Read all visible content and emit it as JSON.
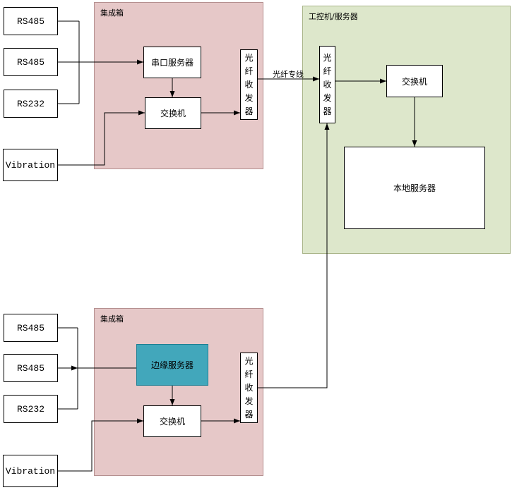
{
  "diagram_type": "network-architecture",
  "colors": {
    "integration_box_fill": "#e6c8c8",
    "server_area_fill": "#dde7cb",
    "edge_server_fill": "#42a7bb",
    "node_fill": "#ffffff",
    "line": "#000000"
  },
  "top_section": {
    "container_label": "集成箱",
    "inputs": {
      "rs485_1": "RS485",
      "rs485_2": "RS485",
      "rs232": "RS232",
      "vibration": "Vibration"
    },
    "serial_server": "串口服务器",
    "switch": "交换机",
    "fiber_transceiver": "光纤收发器"
  },
  "server_section": {
    "container_label": "工控机/服务器",
    "fiber_transceiver": "光纤收发器",
    "switch": "交换机",
    "local_server": "本地服务器"
  },
  "bottom_section": {
    "container_label": "集成箱",
    "inputs": {
      "rs485_1": "RS485",
      "rs485_2": "RS485",
      "rs232": "RS232",
      "vibration": "Vibration"
    },
    "edge_server": "边缘服务器",
    "switch": "交换机",
    "fiber_transceiver": "光纤收发器"
  },
  "link_label": "光纤专线"
}
